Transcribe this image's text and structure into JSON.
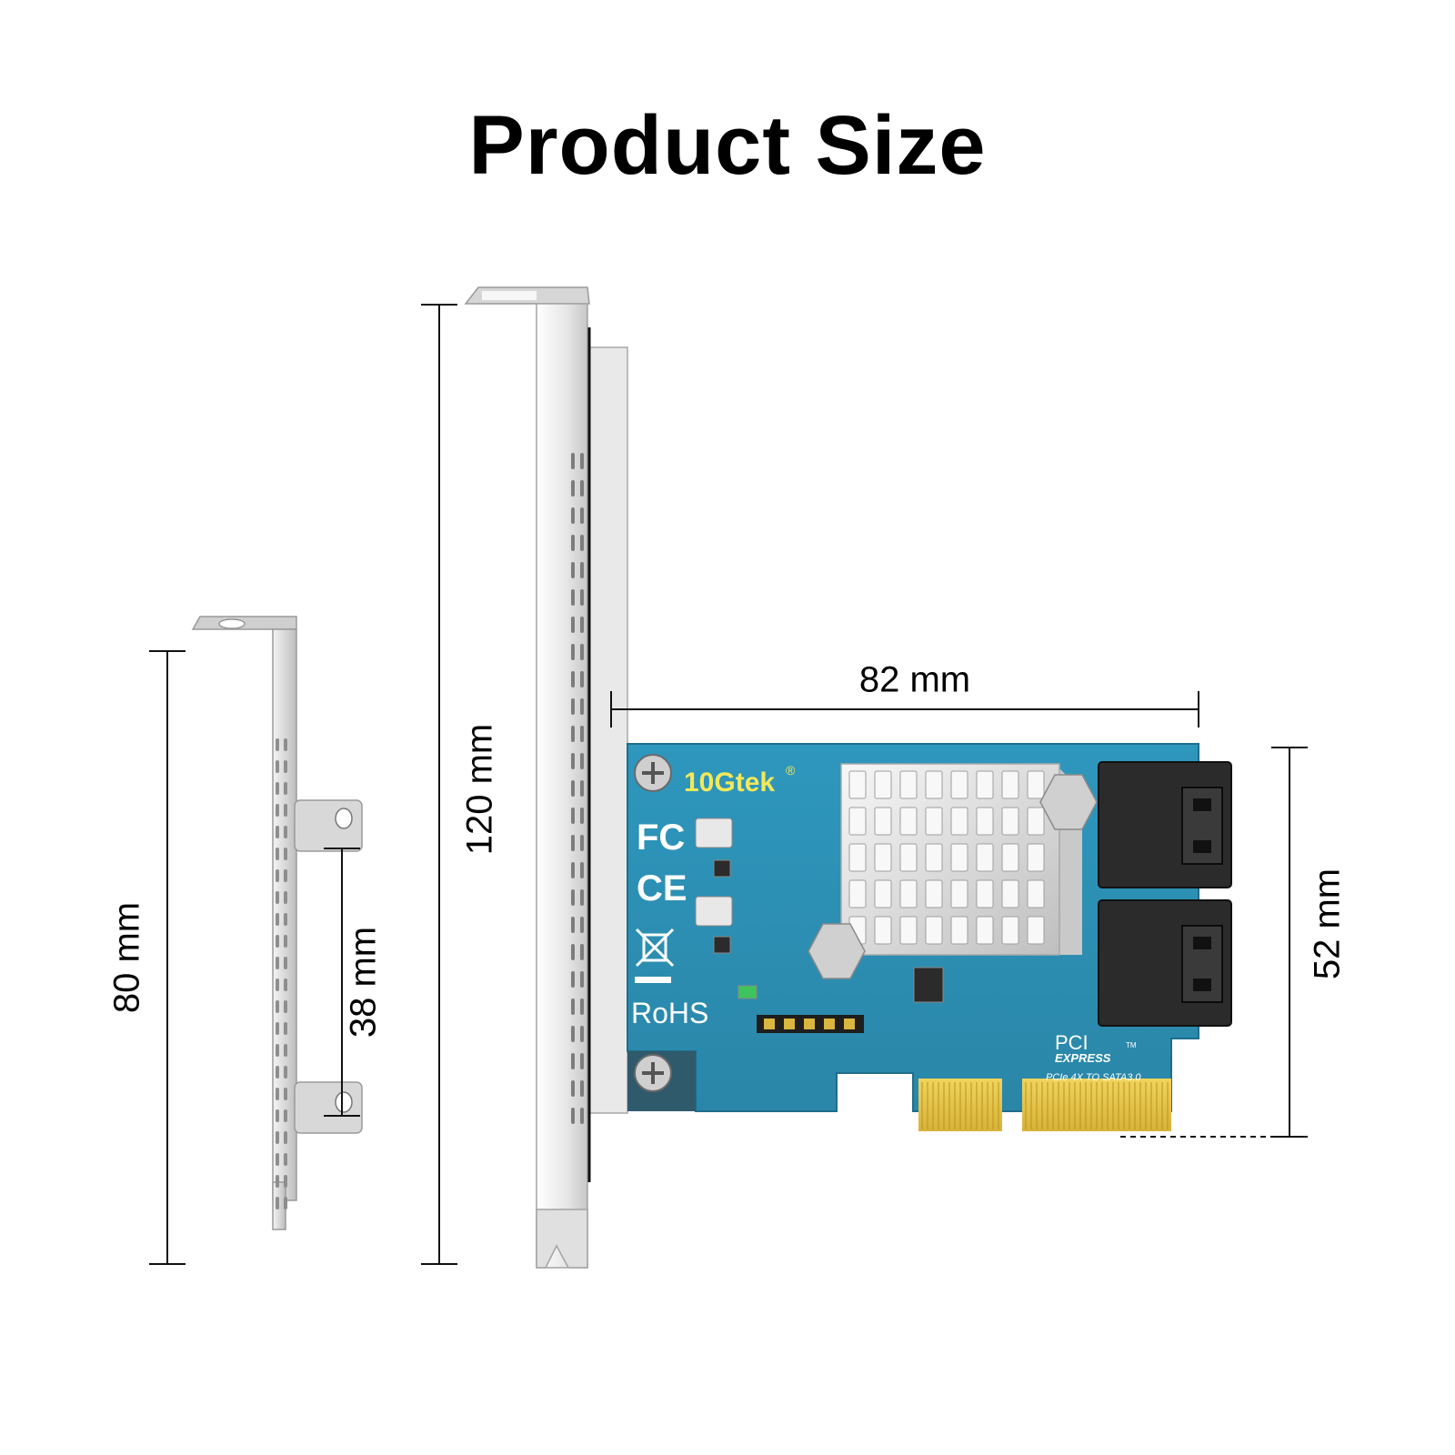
{
  "title": "Product Size",
  "dimensions": {
    "low_profile_height": "80 mm",
    "low_profile_tab_spacing": "38 mm",
    "full_height": "120 mm",
    "card_length": "82 mm",
    "card_height": "52 mm"
  },
  "card": {
    "brand": "10Gtek",
    "brand_mark": "®",
    "cert_fc": "FC",
    "cert_ce": "CE",
    "cert_rohs": "RoHS",
    "pci_logo": "PCI",
    "pci_express": "EXPRESS",
    "pci_tm": "TM",
    "model_text": "PCIe 4X TO SATA3.0",
    "colors": {
      "pcb": "#2a8fb5",
      "pcb_dark": "#1d6f90",
      "gold": "#e9c84a",
      "bracket": "#e3e3e3",
      "heatsink": "#dcdcdc",
      "connector": "#2b2b2b",
      "brand_text": "#f2e85a"
    }
  }
}
